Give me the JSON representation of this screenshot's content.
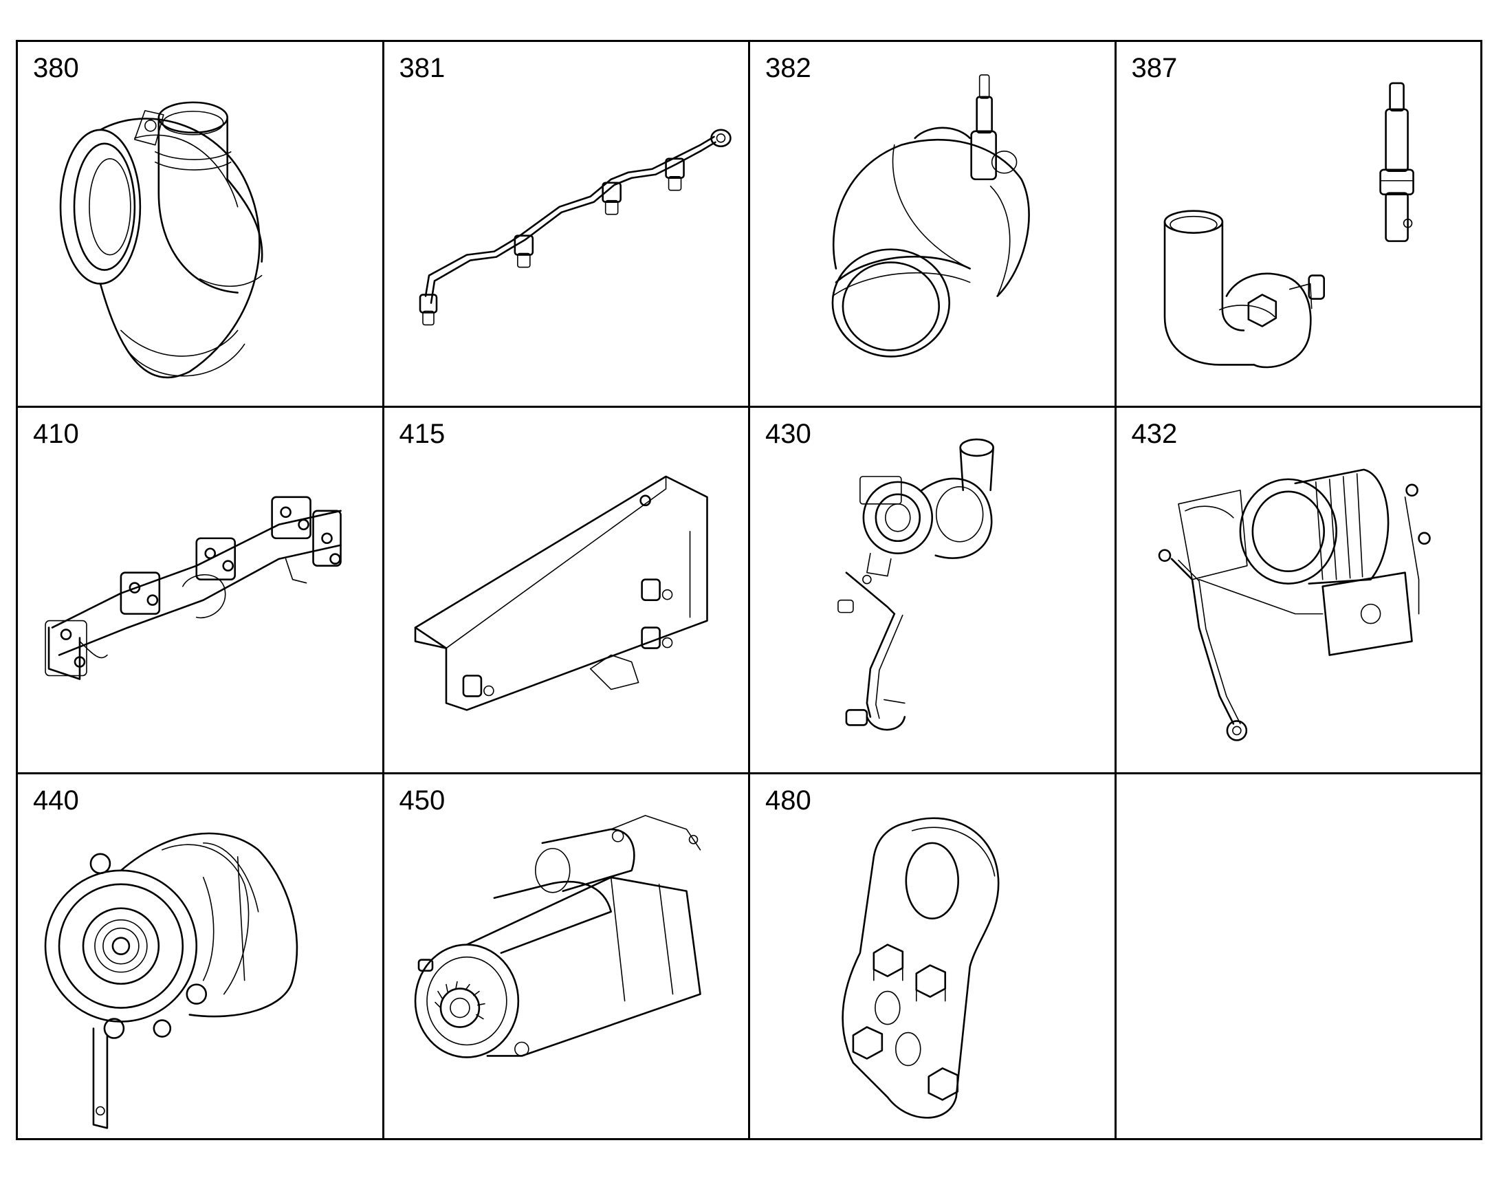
{
  "cells": [
    {
      "number": "380",
      "part": "turbocharger-elbow"
    },
    {
      "number": "381",
      "part": "injector-fuel-line"
    },
    {
      "number": "382",
      "part": "turbo-outlet-elbow"
    },
    {
      "number": "387",
      "part": "elbow-pipe-and-fitting"
    },
    {
      "number": "410",
      "part": "exhaust-manifold"
    },
    {
      "number": "415",
      "part": "heat-shield"
    },
    {
      "number": "430",
      "part": "turbocharger-assembly"
    },
    {
      "number": "432",
      "part": "throttle-valve-assembly"
    },
    {
      "number": "440",
      "part": "alternator"
    },
    {
      "number": "450",
      "part": "starter-motor"
    },
    {
      "number": "480",
      "part": "lifting-bracket"
    },
    {
      "number": "",
      "part": ""
    }
  ]
}
